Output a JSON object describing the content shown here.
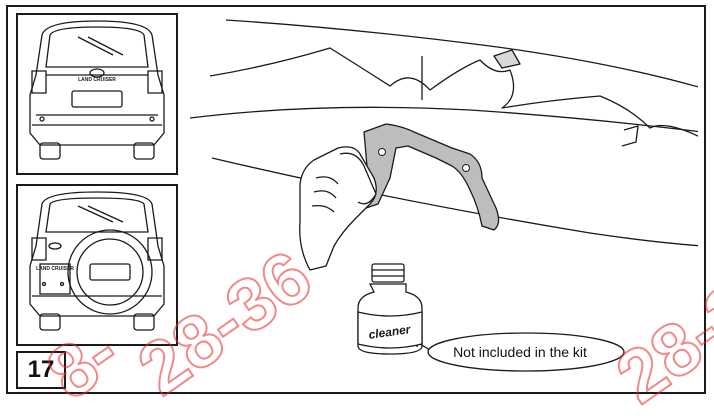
{
  "step": {
    "number": "17"
  },
  "callout": {
    "text": "Not included in the kit"
  },
  "bottle": {
    "label": "cleaner"
  },
  "thumbnails": {
    "upper_plate_text": "LAND CRUISER",
    "lower_plate_text": "LAND CRUISER"
  },
  "watermarks": [
    "28-36",
    "8-",
    "28-3"
  ],
  "colors": {
    "line": "#1a1a1a",
    "part_fill": "#bdbdbd",
    "watermark": "#e62828"
  }
}
